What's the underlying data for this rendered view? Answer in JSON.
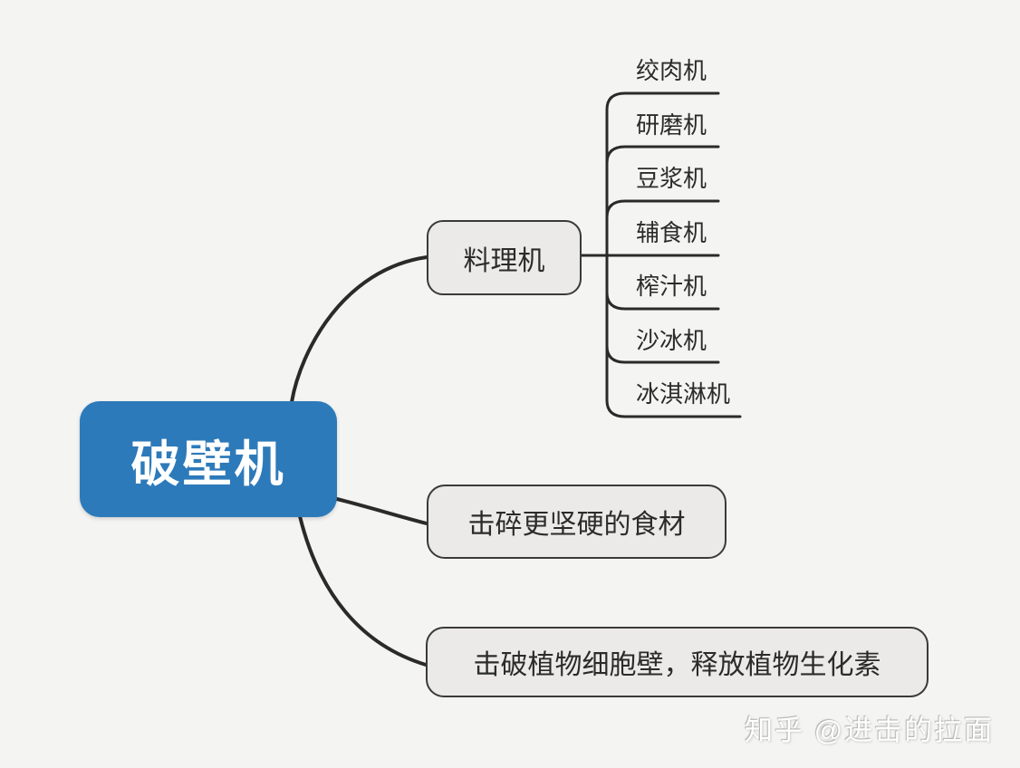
{
  "root": {
    "label": "破壁机"
  },
  "branches": [
    {
      "label": "料理机",
      "children": [
        "绞肉机",
        "研磨机",
        "豆浆机",
        "辅食机",
        "榨汁机",
        "沙冰机",
        "冰淇淋机"
      ]
    },
    {
      "label": "击碎更坚硬的食材"
    },
    {
      "label": "击破植物细胞壁，释放植物生化素"
    }
  ],
  "watermark": "知乎 @进击的拉面",
  "colors": {
    "background": "#f4f4f2",
    "root_bg": "#2d7aba",
    "root_text": "#ffffff",
    "node_bg": "#eceae8",
    "node_border": "#3a3a3a",
    "line": "#2a2a2a"
  }
}
